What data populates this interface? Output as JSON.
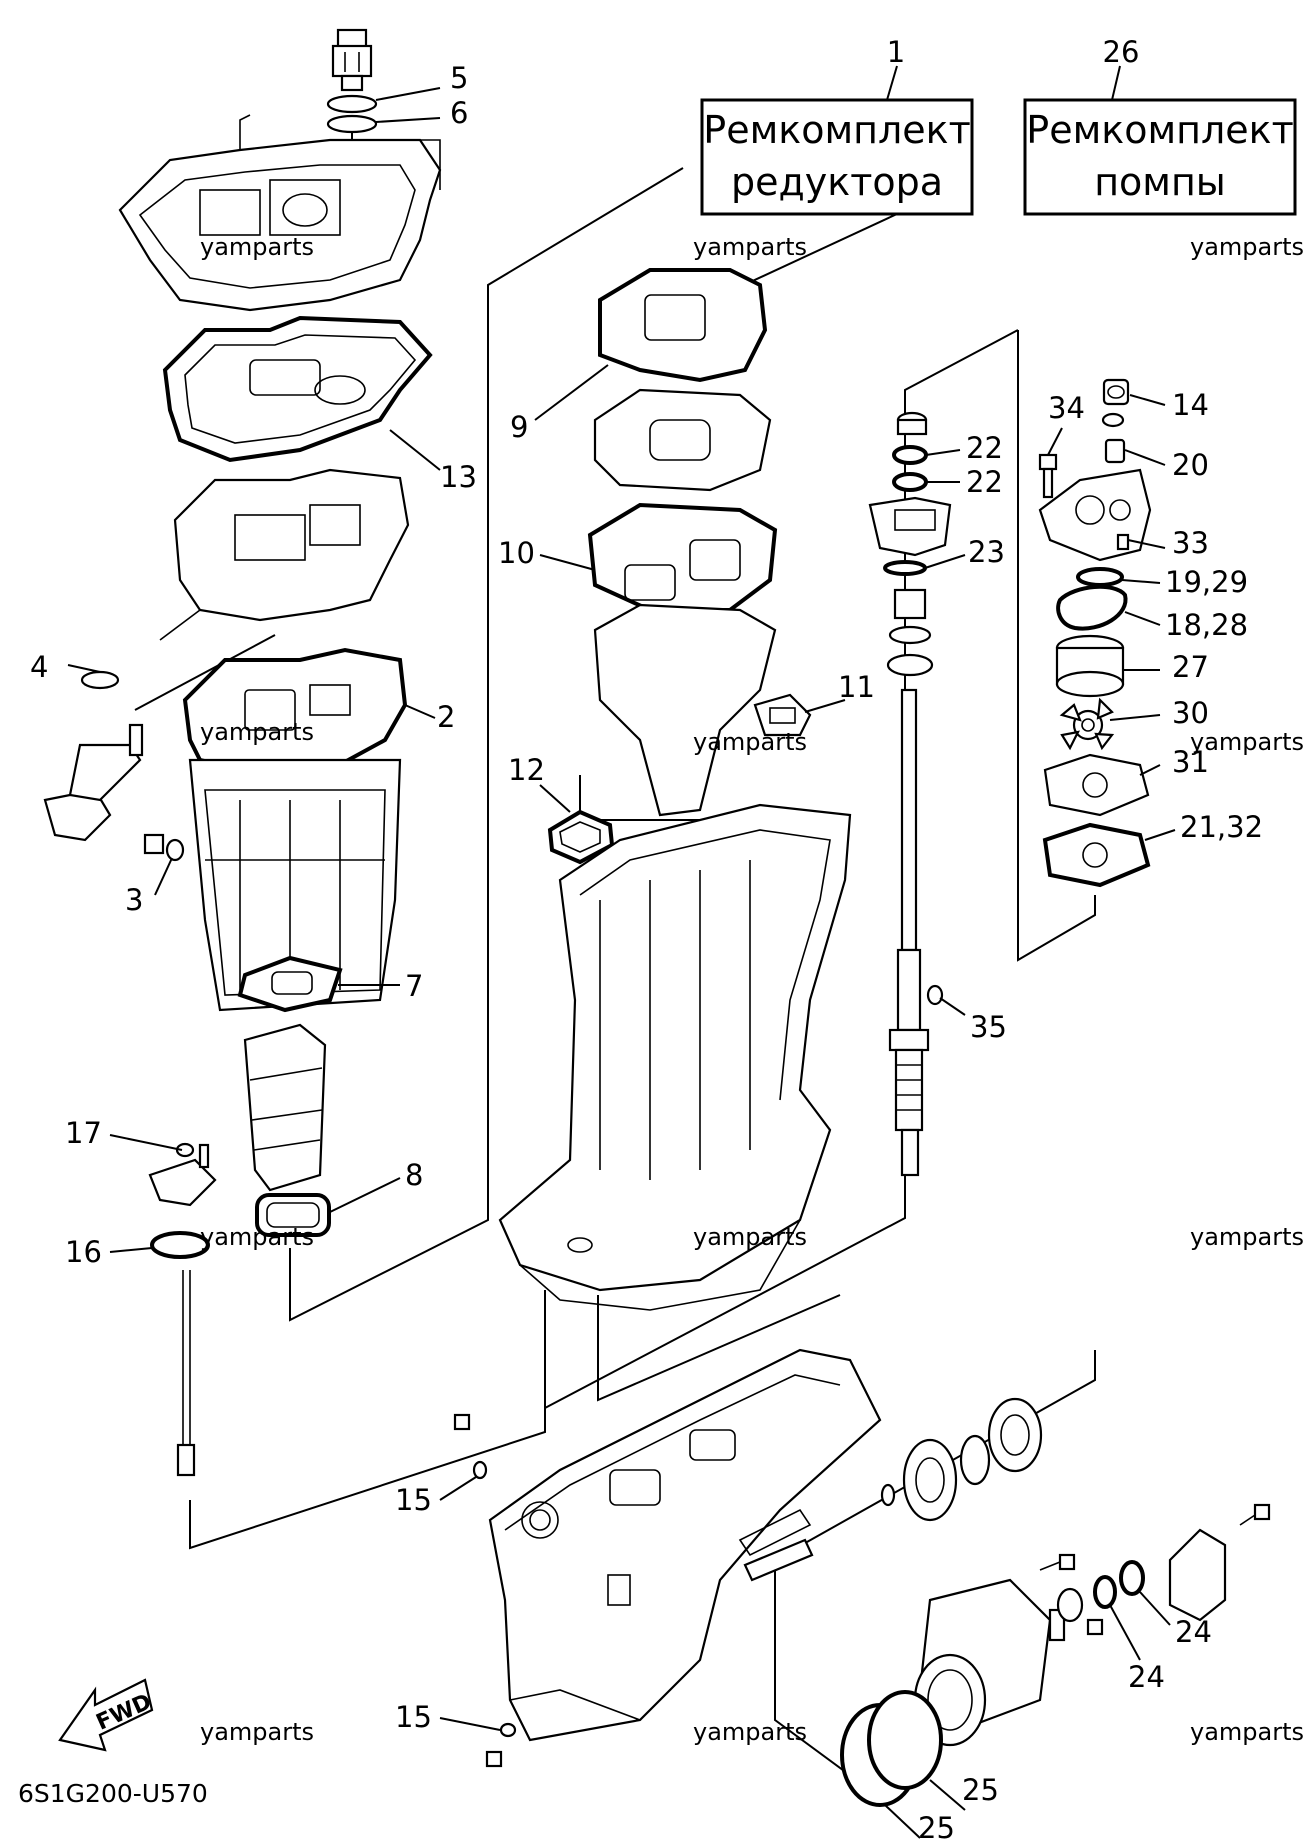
{
  "callouts": {
    "c1": "1",
    "c2": "2",
    "c3": "3",
    "c4": "4",
    "c5": "5",
    "c6": "6",
    "c7": "7",
    "c8": "8",
    "c9": "9",
    "c10": "10",
    "c11": "11",
    "c12": "12",
    "c13": "13",
    "c14": "14",
    "c15a": "15",
    "c15b": "15",
    "c16": "16",
    "c17": "17",
    "c18_28": "18,28",
    "c19_29": "19,29",
    "c20": "20",
    "c21_32": "21,32",
    "c22a": "22",
    "c22b": "22",
    "c23": "23",
    "c24a": "24",
    "c24b": "24",
    "c25a": "25",
    "c25b": "25",
    "c26": "26",
    "c27": "27",
    "c30": "30",
    "c31": "31",
    "c33": "33",
    "c34": "34",
    "c35": "35"
  },
  "kit_boxes": {
    "gearbox_line1": "Ремкомплект",
    "gearbox_line2": "редуктора",
    "pump_line1": "Ремкомплект",
    "pump_line2": "помпы"
  },
  "watermark": "yamparts",
  "diagram_code": "6S1G200-U570",
  "fwd_label": "FWD"
}
